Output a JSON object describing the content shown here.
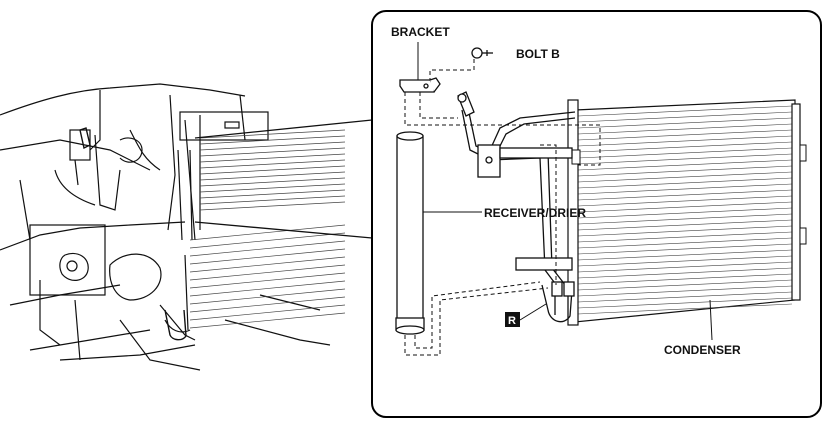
{
  "labels": {
    "bracket": "BRACKET",
    "bolt_b": "BOLT B",
    "receiver_drier": "RECEIVER/DRIER",
    "condenser": "CONDENSER",
    "marker_r": "R"
  },
  "colors": {
    "line": "#111111",
    "panel_border": "#000000",
    "fin_stroke": "#444444",
    "badge_bg": "#111111"
  }
}
